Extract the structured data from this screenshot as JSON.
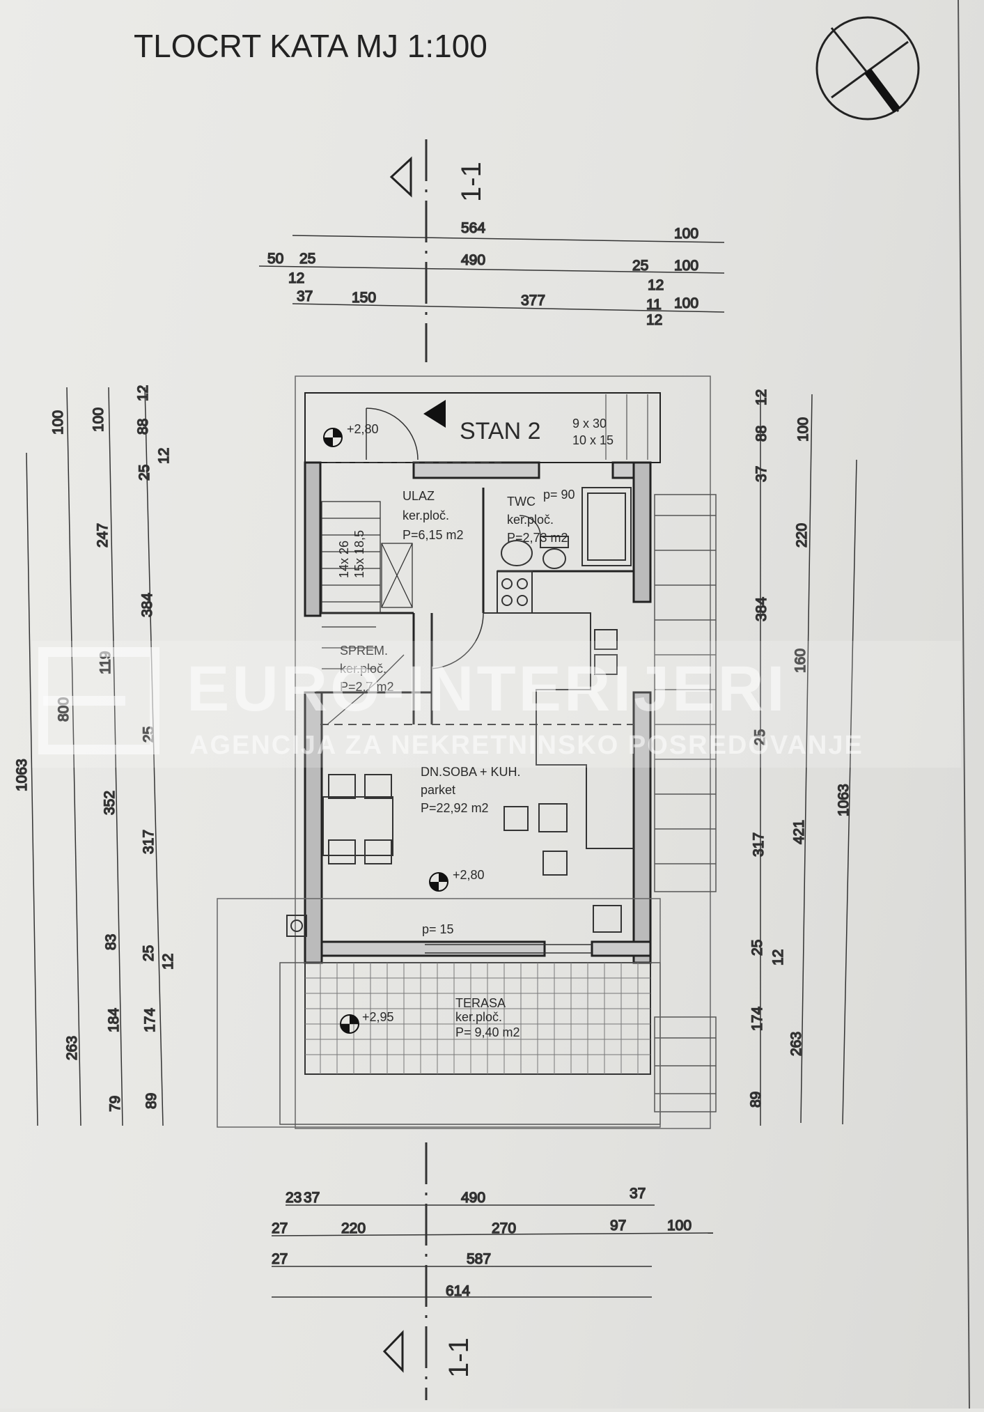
{
  "title": "TLOCRT KATA  MJ 1:100",
  "section_mark": "1-1",
  "apartment_label": "STAN 2",
  "stair_note_top": [
    "9 x 30",
    "10 x 15"
  ],
  "stair_note_inner": [
    "14x 26",
    "15x 18,5"
  ],
  "rooms": {
    "ulaz": {
      "name": "ULAZ",
      "floor": "ker.ploč.",
      "area": "P=6,15 m2"
    },
    "twc": {
      "name": "TWC",
      "floor": "ker.ploč.",
      "area": "P=2,73 m2",
      "note": "p= 90"
    },
    "sprem": {
      "name": "SPREM.",
      "floor": "ker.ploč.",
      "area": "P=2,7 m2"
    },
    "dnsoba": {
      "name": "DN.SOBA + KUH.",
      "floor": "parket",
      "area": "P=22,92 m2",
      "note": "p= 15"
    },
    "terasa": {
      "name": "TERASA",
      "floor": "ker.ploč.",
      "area": "P= 9,40 m2"
    }
  },
  "levels": [
    "+2,80",
    "+2,80",
    "+2,95"
  ],
  "watermark": {
    "line1": "EURO-INTERIJERI",
    "line2": "AGENCIJA ZA NEKRETNINSKO POSREDOVANJE"
  },
  "dims_top": {
    "row1": [
      "564",
      "100"
    ],
    "row2": [
      "50",
      "25",
      "12",
      "490",
      "25",
      "12",
      "100"
    ],
    "row3": [
      "37",
      "150",
      "377",
      "11",
      "12",
      "100"
    ]
  },
  "dims_bottom": {
    "row1": [
      "23",
      "37",
      "490",
      "37"
    ],
    "row2": [
      "27",
      "220",
      "270",
      "97",
      "100"
    ],
    "row3": [
      "27",
      "587"
    ],
    "row4": [
      "614"
    ]
  },
  "dims_left": {
    "c1": [
      "1063"
    ],
    "c2": [
      "100",
      "800",
      "263"
    ],
    "c3": [
      "100",
      "247",
      "119",
      "352",
      "83",
      "184",
      "79"
    ],
    "c4": [
      "12",
      "88",
      "25",
      "12",
      "384",
      "25",
      "317",
      "25",
      "12",
      "174",
      "89"
    ]
  },
  "dims_right": {
    "c1": [
      "12",
      "88",
      "37",
      "384",
      "25",
      "317",
      "25",
      "12",
      "174",
      "89"
    ],
    "c2": [
      "100",
      "220",
      "160",
      "421",
      "263"
    ],
    "c3": [
      "1063"
    ]
  }
}
